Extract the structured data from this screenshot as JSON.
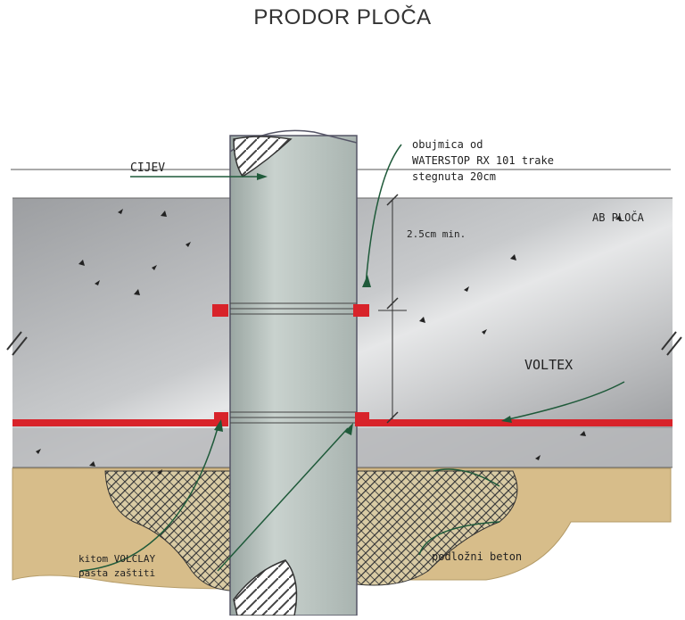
{
  "title": "PRODOR PLOČA",
  "labels": {
    "pipe": "CIJEV",
    "waterstop_line1": "obujmica od",
    "waterstop_line2": "WATERSTOP RX 101 trake",
    "waterstop_line3": "stegnuta 20cm",
    "slab": "AB PLOČA",
    "min_distance": "2.5cm min.",
    "voltex": "VOLTEX",
    "volclay_line1": "kitom VOLCLAY",
    "volclay_line2": "pasta zaštiti",
    "lean_concrete": "podložni beton"
  },
  "colors": {
    "membrane": "#d8232a",
    "slab": "#a7a9ac",
    "pipe": "#b9c3bf",
    "lean_concrete": "#d8bd86",
    "leader": "#1f5a3a"
  }
}
